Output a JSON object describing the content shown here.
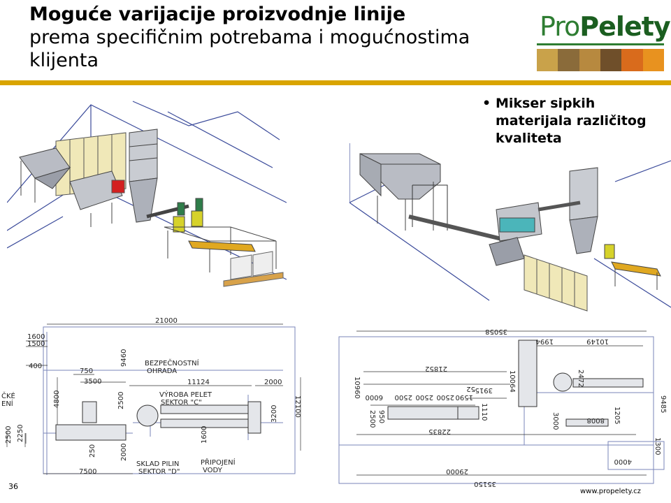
{
  "slide": {
    "title_line1": "Moguće varijacije proizvodnje linije",
    "title_line2": "prema specifičnim potrebama i mogućnostima",
    "title_line3": "klijenta",
    "bullet_text": "Mikser sipkih materijala različitog kvaliteta",
    "page_number": "36",
    "website": "www.propelety.cz"
  },
  "logo": {
    "part1": "Pro",
    "part2": "Pelety",
    "colors": [
      "#c9a24a",
      "#8a6b3a",
      "#b7893f",
      "#6f4f2a",
      "#d96b1c",
      "#e8921f"
    ]
  },
  "drawing_left": {
    "labels": {
      "d21000": "21000",
      "d1600": "1600",
      "d1500": "1500",
      "d400": "400",
      "d750": "750",
      "d3500": "3500",
      "d11124": "11124",
      "d2000a": "2000",
      "d4800": "4800",
      "d9460": "9460",
      "d12100": "12100",
      "d3200": "3200",
      "d2500": "2500",
      "d2250": "2250",
      "d250": "250",
      "d2000b": "2000",
      "d1600b": "1600",
      "d7500": "7500",
      "d2500b": "2500",
      "bezp1": "BEZPEČNOSTNÍ",
      "bezp2": "OHRADA",
      "vyr1": "VÝROBA PELET",
      "vyr2": "SEKTOR \"C\"",
      "skl1": "SKLAD PILIN",
      "skl2": "SEKTOR \"D\"",
      "prip1": "PŘIPOJENÍ",
      "prip2": "VODY",
      "cke": "ČKÉ",
      "eni": "ENÍ"
    }
  },
  "drawing_right": {
    "labels": {
      "d35058": "35058",
      "d21852": "21852",
      "d22835": "22835",
      "d29000": "29000",
      "d35150": "35150",
      "d10149": "10149",
      "d1994": "1994",
      "d10960": "10960",
      "d10064": "10064",
      "d9485": "9485",
      "d1205": "1205",
      "d8008": "8008",
      "d3000": "3000",
      "d4000": "4000",
      "d1300": "1300",
      "d2472": "2472",
      "d6000": "6000",
      "d2500a": "2500",
      "d2500b": "2500",
      "d2500c": "2500",
      "d1590": "1590",
      "d3915": "3915",
      "d1110": "1110",
      "d2500d": "2500",
      "d950": "950",
      "d52": "52"
    }
  }
}
